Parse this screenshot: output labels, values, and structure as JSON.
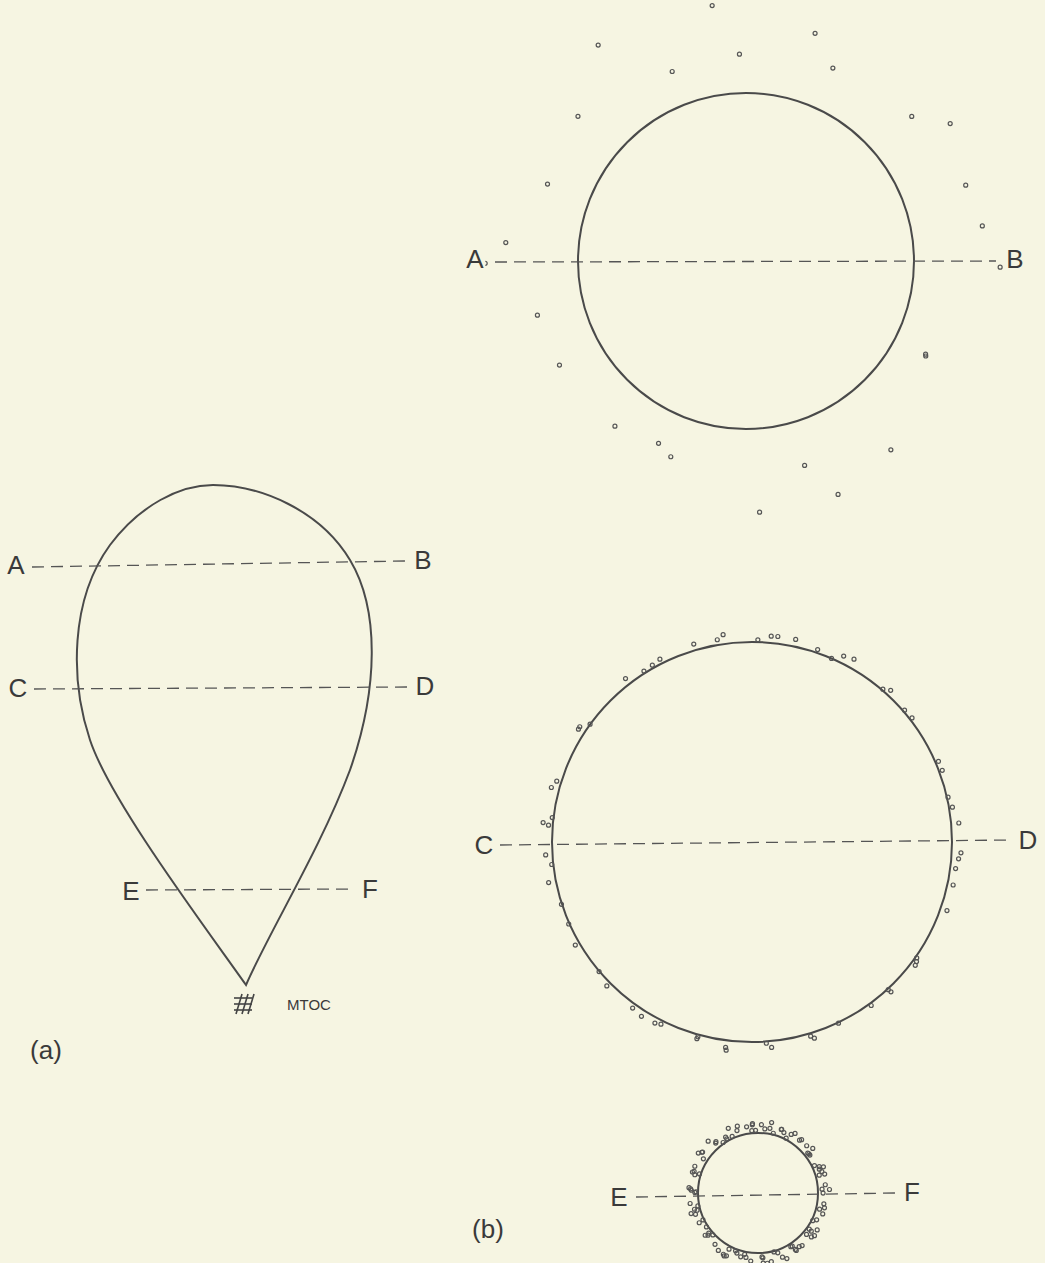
{
  "diagram": {
    "labels": [
      "A",
      "B",
      "A",
      "B",
      "C",
      "D",
      "C",
      "D",
      "E",
      "F",
      "MTOC",
      "(a)",
      "E",
      "F",
      "(b)"
    ]
  }
}
